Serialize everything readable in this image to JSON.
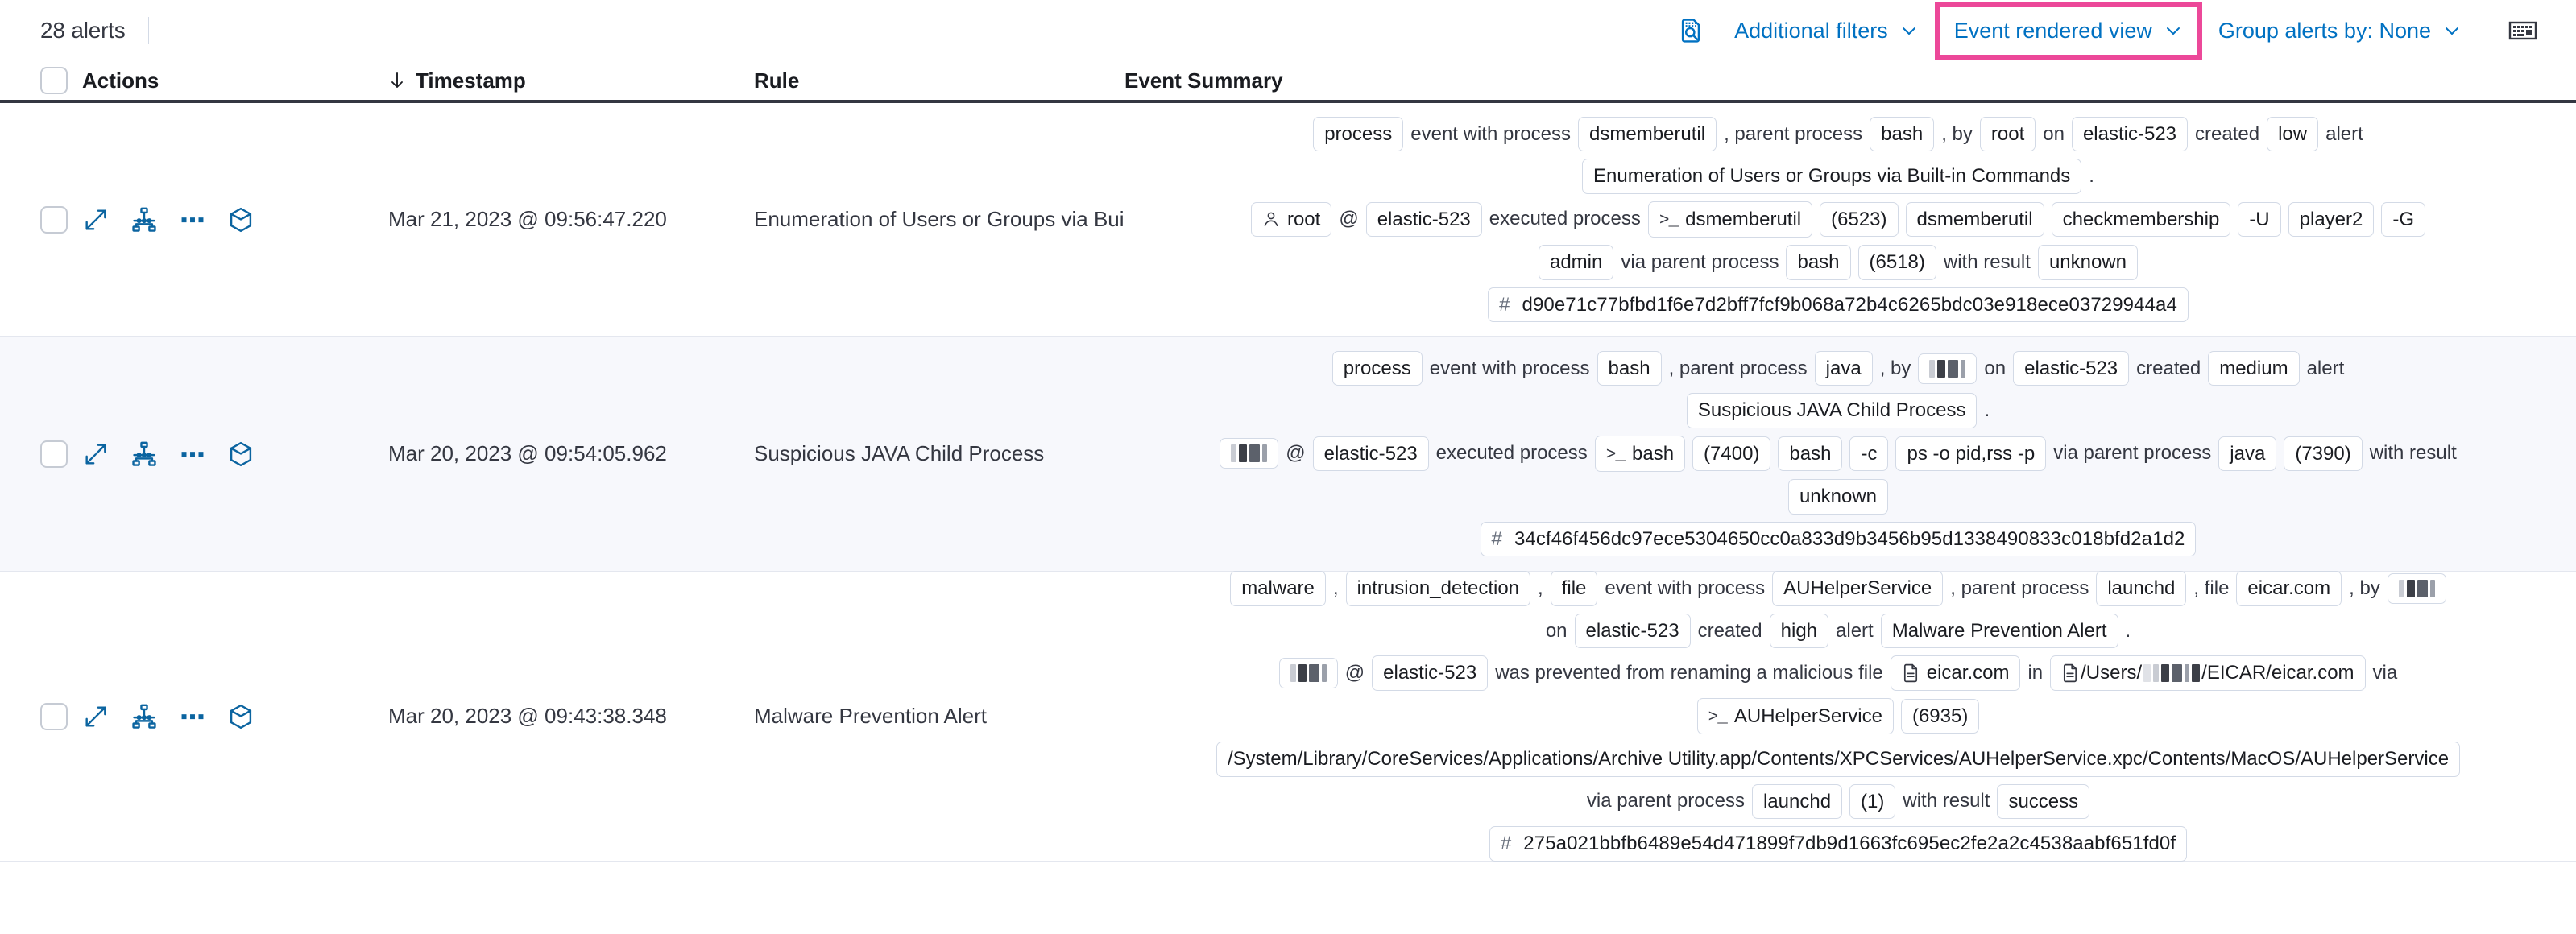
{
  "header": {
    "alert_count": "28 alerts",
    "filters_icon": "document-search-icon",
    "additional_filters": "Additional filters",
    "event_rendered_view": "Event rendered view",
    "group_alerts_by": "Group alerts by: None",
    "keyboard_icon": "keyboard-icon",
    "highlight_color": "#ec4899",
    "link_color": "#0071c2"
  },
  "columns": {
    "actions": "Actions",
    "timestamp": "Timestamp",
    "sort_icon": "arrow-down-icon",
    "rule": "Rule",
    "event_summary": "Event Summary"
  },
  "row_actions": {
    "expand": "expand-icon",
    "analyzer": "analyzer-graph-icon",
    "more": "more-actions-icon",
    "session": "session-view-cube-icon"
  },
  "rows": [
    {
      "timestamp": "Mar 21, 2023 @ 09:56:47.220",
      "rule": "Enumeration of Users or Groups via Bui",
      "summary_lines": [
        [
          {
            "t": "chip",
            "v": "process"
          },
          {
            "t": "text",
            "v": "event with process"
          },
          {
            "t": "chip",
            "v": "dsmemberutil"
          },
          {
            "t": "text",
            "v": ", parent process"
          },
          {
            "t": "chip",
            "v": "bash"
          },
          {
            "t": "text",
            "v": ", by"
          },
          {
            "t": "chip",
            "v": "root"
          },
          {
            "t": "text",
            "v": "on"
          },
          {
            "t": "chip",
            "v": "elastic-523"
          },
          {
            "t": "text",
            "v": "created"
          },
          {
            "t": "chip",
            "v": "low"
          },
          {
            "t": "text",
            "v": "alert"
          }
        ],
        [
          {
            "t": "chip",
            "v": "Enumeration of Users or Groups via Built-in Commands"
          },
          {
            "t": "text",
            "v": "."
          }
        ],
        [
          {
            "t": "chip-user",
            "v": "root"
          },
          {
            "t": "text",
            "v": "@"
          },
          {
            "t": "chip",
            "v": "elastic-523"
          },
          {
            "t": "text",
            "v": "executed process"
          },
          {
            "t": "chip-proc",
            "v": "dsmemberutil"
          },
          {
            "t": "chip",
            "v": "(6523)"
          },
          {
            "t": "chip",
            "v": "dsmemberutil"
          },
          {
            "t": "chip",
            "v": "checkmembership"
          },
          {
            "t": "chip",
            "v": "-U"
          },
          {
            "t": "chip",
            "v": "player2"
          },
          {
            "t": "chip",
            "v": "-G"
          }
        ],
        [
          {
            "t": "chip",
            "v": "admin"
          },
          {
            "t": "text",
            "v": "via parent process"
          },
          {
            "t": "chip",
            "v": "bash"
          },
          {
            "t": "chip",
            "v": "(6518)"
          },
          {
            "t": "text",
            "v": "with result"
          },
          {
            "t": "chip",
            "v": "unknown"
          }
        ],
        [
          {
            "t": "chip-hash",
            "v": "d90e71c77bfbd1f6e7d2bff7fcf9b068a72b4c6265bdc03e918ece03729944a4"
          }
        ]
      ]
    },
    {
      "timestamp": "Mar 20, 2023 @ 09:54:05.962",
      "rule": "Suspicious JAVA Child Process",
      "summary_lines": [
        [
          {
            "t": "chip",
            "v": "process"
          },
          {
            "t": "text",
            "v": "event with process"
          },
          {
            "t": "chip",
            "v": "bash"
          },
          {
            "t": "text",
            "v": ", parent process"
          },
          {
            "t": "chip",
            "v": "java"
          },
          {
            "t": "text",
            "v": ", by"
          },
          {
            "t": "chip-redacted",
            "v": ""
          },
          {
            "t": "text",
            "v": "on"
          },
          {
            "t": "chip",
            "v": "elastic-523"
          },
          {
            "t": "text",
            "v": "created"
          },
          {
            "t": "chip",
            "v": "medium"
          },
          {
            "t": "text",
            "v": "alert"
          }
        ],
        [
          {
            "t": "chip",
            "v": "Suspicious JAVA Child Process"
          },
          {
            "t": "text",
            "v": "."
          }
        ],
        [
          {
            "t": "chip-redacted",
            "v": ""
          },
          {
            "t": "text",
            "v": "@"
          },
          {
            "t": "chip",
            "v": "elastic-523"
          },
          {
            "t": "text",
            "v": "executed process"
          },
          {
            "t": "chip-proc",
            "v": "bash"
          },
          {
            "t": "chip",
            "v": "(7400)"
          },
          {
            "t": "chip",
            "v": "bash"
          },
          {
            "t": "chip",
            "v": "-c"
          },
          {
            "t": "chip",
            "v": "ps -o pid,rss -p"
          },
          {
            "t": "text",
            "v": "via parent process"
          },
          {
            "t": "chip",
            "v": "java"
          },
          {
            "t": "chip",
            "v": "(7390)"
          },
          {
            "t": "text",
            "v": "with result"
          }
        ],
        [
          {
            "t": "chip",
            "v": "unknown"
          }
        ],
        [
          {
            "t": "chip-hash",
            "v": "34cf46f456dc97ece5304650cc0a833d9b3456b95d1338490833c018bfd2a1d2"
          }
        ]
      ]
    },
    {
      "timestamp": "Mar 20, 2023 @ 09:43:38.348",
      "rule": "Malware Prevention Alert",
      "summary_lines": [
        [
          {
            "t": "chip",
            "v": "malware"
          },
          {
            "t": "text",
            "v": ","
          },
          {
            "t": "chip",
            "v": "intrusion_detection"
          },
          {
            "t": "text",
            "v": ","
          },
          {
            "t": "chip",
            "v": "file"
          },
          {
            "t": "text",
            "v": "event with process"
          },
          {
            "t": "chip",
            "v": "AUHelperService"
          },
          {
            "t": "text",
            "v": ", parent process"
          },
          {
            "t": "chip",
            "v": "launchd"
          },
          {
            "t": "text",
            "v": ", file"
          },
          {
            "t": "chip",
            "v": "eicar.com"
          },
          {
            "t": "text",
            "v": ", by"
          },
          {
            "t": "chip-redacted",
            "v": ""
          }
        ],
        [
          {
            "t": "text",
            "v": "on"
          },
          {
            "t": "chip",
            "v": "elastic-523"
          },
          {
            "t": "text",
            "v": "created"
          },
          {
            "t": "chip",
            "v": "high"
          },
          {
            "t": "text",
            "v": "alert"
          },
          {
            "t": "chip",
            "v": "Malware Prevention Alert"
          },
          {
            "t": "text",
            "v": "."
          }
        ],
        [
          {
            "t": "chip-redacted",
            "v": ""
          },
          {
            "t": "text",
            "v": "@"
          },
          {
            "t": "chip",
            "v": "elastic-523"
          },
          {
            "t": "text",
            "v": "was prevented from renaming a malicious file"
          },
          {
            "t": "chip-file",
            "v": "eicar.com"
          },
          {
            "t": "text",
            "v": "in"
          },
          {
            "t": "chip-file-redacted",
            "v": "/Users/",
            "suffix": "/EICAR/eicar.com"
          },
          {
            "t": "text",
            "v": "via"
          }
        ],
        [
          {
            "t": "chip-proc",
            "v": "AUHelperService"
          },
          {
            "t": "chip",
            "v": "(6935)"
          }
        ],
        [
          {
            "t": "chip",
            "v": "/System/Library/CoreServices/Applications/Archive Utility.app/Contents/XPCServices/AUHelperService.xpc/Contents/MacOS/AUHelperService"
          }
        ],
        [
          {
            "t": "text",
            "v": "via parent process"
          },
          {
            "t": "chip",
            "v": "launchd"
          },
          {
            "t": "chip",
            "v": "(1)"
          },
          {
            "t": "text",
            "v": "with result"
          },
          {
            "t": "chip",
            "v": "success"
          }
        ],
        [
          {
            "t": "chip-hash",
            "v": "275a021bbfb6489e54d471899f7db9d1663fc695ec2fe2a2c4538aabf651fd0f"
          }
        ]
      ]
    }
  ]
}
